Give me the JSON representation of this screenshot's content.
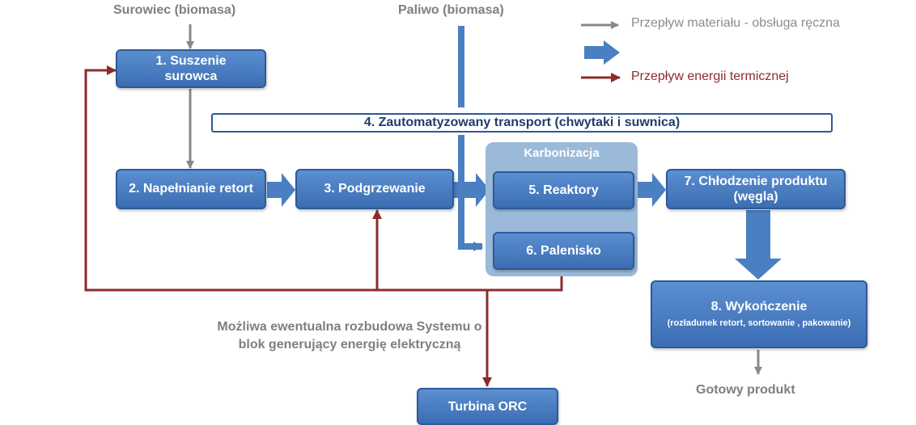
{
  "inputs": {
    "raw_material": "Surowiec (biomasa)",
    "fuel": "Paliwo (biomasa)"
  },
  "legend": {
    "material_manual": "Przepływ materiału - obsługa ręczna",
    "material_auto": "",
    "thermal_energy": "Przepływ energii termicznej"
  },
  "colors": {
    "box_fill": "#4a7fc1",
    "material_arrow": "#4a7fc1",
    "manual_arrow": "#888888",
    "thermal_arrow": "#8b2c2c",
    "group_fill": "#9bbad9"
  },
  "transport": {
    "label": "4. Zautomatyzowany transport (chwytaki i suwnica)"
  },
  "group": {
    "label": "Karbonizacja"
  },
  "steps": {
    "s1": {
      "label": "1. Suszenie surowca"
    },
    "s2": {
      "label": "2. Napełnianie retort"
    },
    "s3": {
      "label": "3. Podgrzewanie"
    },
    "s5": {
      "label": "5. Reaktory"
    },
    "s6": {
      "label": "6. Palenisko"
    },
    "s7": {
      "label": "7. Chłodzenie produktu (węgla)"
    },
    "s8": {
      "label": "8. Wykończenie",
      "sub": "(rozładunek retort, sortowanie , pakowanie)"
    },
    "orc": {
      "label": "Turbina ORC"
    }
  },
  "expansion_note": "Możliwa ewentualna rozbudowa Systemu o blok generujący energię elektryczną",
  "output": "Gotowy produkt"
}
